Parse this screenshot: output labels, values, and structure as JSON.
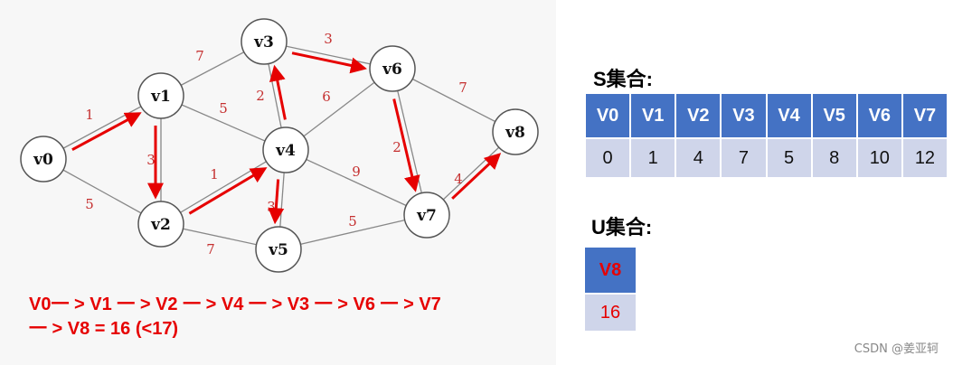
{
  "graph": {
    "nodes": [
      {
        "id": "v0",
        "label": "v0"
      },
      {
        "id": "v1",
        "label": "v1"
      },
      {
        "id": "v2",
        "label": "v2"
      },
      {
        "id": "v3",
        "label": "v3"
      },
      {
        "id": "v4",
        "label": "v4"
      },
      {
        "id": "v5",
        "label": "v5"
      },
      {
        "id": "v6",
        "label": "v6"
      },
      {
        "id": "v7",
        "label": "v7"
      },
      {
        "id": "v8",
        "label": "v8"
      }
    ],
    "edges": [
      {
        "from": "v0",
        "to": "v1",
        "weight": "1"
      },
      {
        "from": "v0",
        "to": "v2",
        "weight": "5"
      },
      {
        "from": "v1",
        "to": "v2",
        "weight": "3"
      },
      {
        "from": "v1",
        "to": "v3",
        "weight": "7"
      },
      {
        "from": "v1",
        "to": "v4",
        "weight": "5"
      },
      {
        "from": "v2",
        "to": "v4",
        "weight": "1"
      },
      {
        "from": "v2",
        "to": "v5",
        "weight": "7"
      },
      {
        "from": "v3",
        "to": "v4",
        "weight": "2"
      },
      {
        "from": "v3",
        "to": "v6",
        "weight": "3"
      },
      {
        "from": "v4",
        "to": "v5",
        "weight": "3"
      },
      {
        "from": "v4",
        "to": "v6",
        "weight": "6"
      },
      {
        "from": "v4",
        "to": "v7",
        "weight": "9"
      },
      {
        "from": "v5",
        "to": "v7",
        "weight": "5"
      },
      {
        "from": "v6",
        "to": "v7",
        "weight": "2"
      },
      {
        "from": "v6",
        "to": "v8",
        "weight": "7"
      },
      {
        "from": "v7",
        "to": "v8",
        "weight": "4"
      }
    ],
    "arrows": [
      {
        "from": "v0",
        "to": "v1"
      },
      {
        "from": "v1",
        "to": "v2"
      },
      {
        "from": "v2",
        "to": "v4"
      },
      {
        "from": "v4",
        "to": "v3"
      },
      {
        "from": "v4",
        "to": "v5"
      },
      {
        "from": "v3",
        "to": "v6"
      },
      {
        "from": "v6",
        "to": "v7"
      },
      {
        "from": "v7",
        "to": "v8"
      }
    ],
    "colors": {
      "edge": "#888888",
      "arrow": "#e60000",
      "weight": "#c53030",
      "node_fill": "#ffffff",
      "node_stroke": "#555555"
    }
  },
  "path_text": "V0一 > V1 一 > V2 一 > V4 一 > V3 一 > V6 一 > V7\n一 > V8 =  16 (<17)",
  "s_set": {
    "title": "S集合:",
    "headers": [
      "V0",
      "V1",
      "V2",
      "V3",
      "V4",
      "V5",
      "V6",
      "V7"
    ],
    "values": [
      "0",
      "1",
      "4",
      "7",
      "5",
      "8",
      "10",
      "12"
    ]
  },
  "u_set": {
    "title": "U集合:",
    "header": "V8",
    "value": "16"
  },
  "watermark": "CSDN @姜亚轲",
  "colors": {
    "table_header": "#4472c4",
    "table_cell": "#cfd5ea",
    "highlight": "#e60000"
  }
}
